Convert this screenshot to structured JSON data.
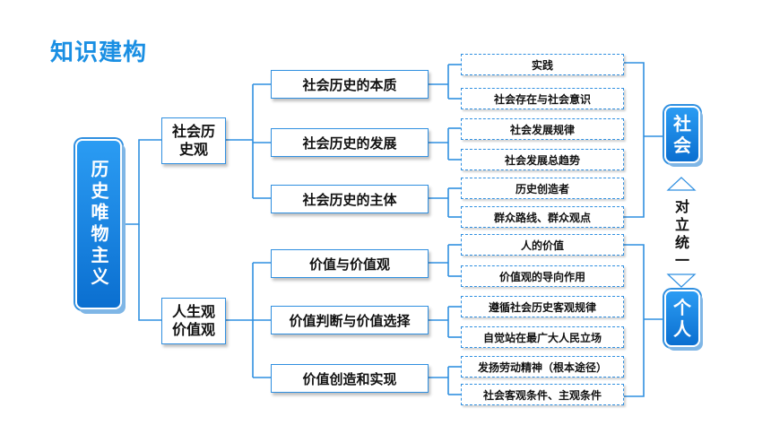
{
  "title": "知识建构",
  "root": "历史唯物主义",
  "branches": [
    {
      "label": "社会历史观",
      "items": [
        {
          "label": "社会历史的本质",
          "details": [
            "实践",
            "社会存在与社会意识"
          ]
        },
        {
          "label": "社会历史的发展",
          "details": [
            "社会发展规律",
            "社会发展总趋势"
          ]
        },
        {
          "label": "社会历史的主体",
          "details": [
            "历史创造者",
            "群众路线、群众观点"
          ]
        }
      ]
    },
    {
      "label": "人生观价值观",
      "items": [
        {
          "label": "价值与价值观",
          "details": [
            "人的价值",
            "价值观的导向作用"
          ]
        },
        {
          "label": "价值判断与价值选择",
          "details": [
            "遵循社会历史客观规律",
            "自觉站在最广大人民立场"
          ]
        },
        {
          "label": "价值创造和实现",
          "details": [
            "发扬劳动精神（根本途径）",
            "社会客观条件、主观条件"
          ]
        }
      ]
    }
  ],
  "right": {
    "society": "社会",
    "relation": "对立统一",
    "individual": "个人"
  },
  "colors": {
    "accent": "#1a8fe3",
    "line": "#2f8fe0"
  }
}
